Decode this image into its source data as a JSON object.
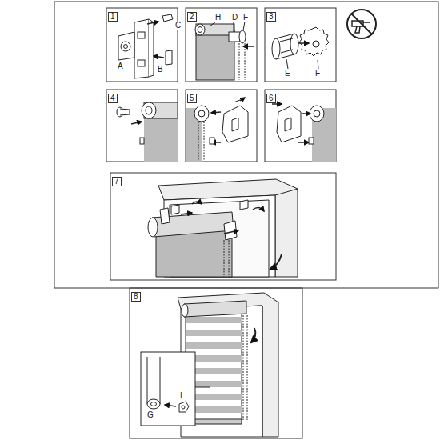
{
  "diagram": {
    "nodes": [
      {
        "text": [
          "1"
        ]
      },
      {
        "text": [
          "2"
        ]
      },
      {
        "text": [
          "3"
        ]
      },
      {
        "text": [
          "4"
        ]
      },
      {
        "text": [
          "5"
        ]
      },
      {
        "text": [
          "6"
        ]
      },
      {
        "text": [
          "7"
        ]
      },
      {
        "text": [
          "8"
        ]
      }
    ],
    "labels": [
      "A",
      "B",
      "C",
      "H",
      "D",
      "F",
      "E",
      "F",
      "G",
      "I"
    ]
  }
}
